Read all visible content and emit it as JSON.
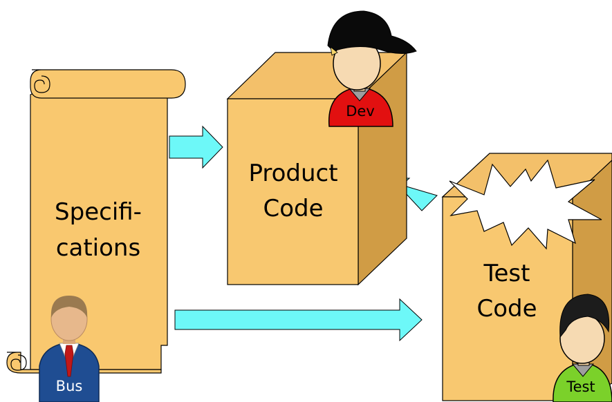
{
  "specifications": {
    "label_line1": "Specifi-",
    "label_line2": "cations"
  },
  "product_code": {
    "label_line1": "Product",
    "label_line2": "Code"
  },
  "test_code": {
    "label_line1": "Test",
    "label_line2": "Code"
  },
  "roles": {
    "dev": "Dev",
    "bus": "Bus",
    "test": "Test"
  },
  "colors": {
    "paper": "#F9C86F",
    "box_front": "#F8C870",
    "box_side": "#D09C45",
    "box_top": "#F3C06A",
    "arrow": "#6DF8F8",
    "dev_shirt": "#E21010",
    "test_shirt": "#7BD12A",
    "bus_suit": "#1F4D92"
  },
  "icons": [
    "scroll-icon",
    "box-icon",
    "arrow-right-icon",
    "arrow-up-left-icon",
    "starburst-icon",
    "person-icon"
  ]
}
